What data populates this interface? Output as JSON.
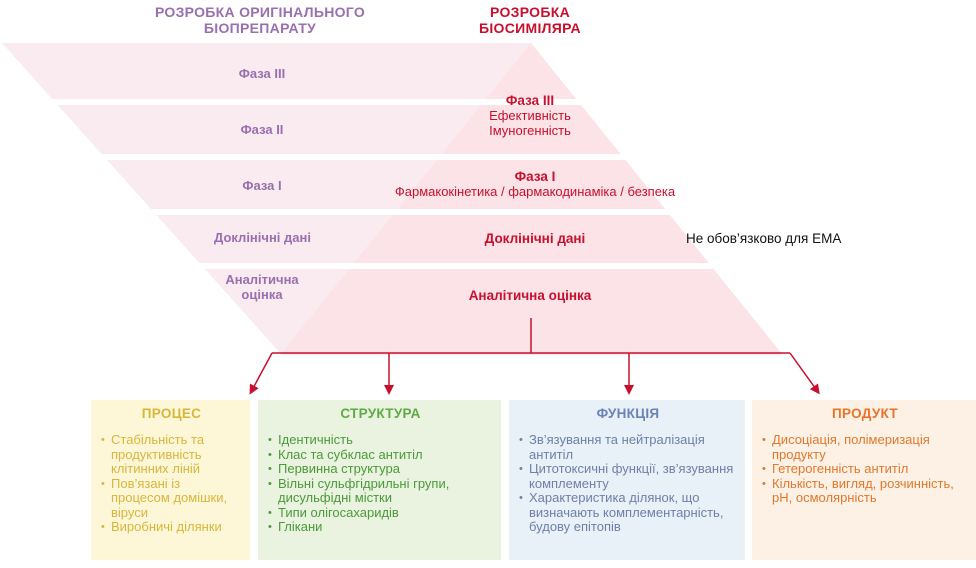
{
  "headers": {
    "original": [
      "РОЗРОБКА ОРИГІНАЛЬНОГО",
      "БІОПРЕПАРАТУ"
    ],
    "biosimilar": [
      "РОЗРОБКА",
      "БІОСИМІЛЯРА"
    ]
  },
  "original_phases": [
    "Фаза III",
    "Фаза II",
    "Фаза I",
    "Доклінічні дані",
    "Аналітична оцінка"
  ],
  "biosimilar_phases": {
    "phase3": {
      "title": "Фаза III",
      "sub": [
        "Ефективність",
        "Імуногенність"
      ]
    },
    "phase1": {
      "title": "Фаза I",
      "sub": "Фармакокінетика / фармакодинаміка / безпека"
    },
    "preclinical": {
      "title": "Доклінічні дані"
    },
    "analytical": {
      "title": "Аналітична оцінка"
    }
  },
  "note": "Не обов’язково для ЕМА",
  "boxes": {
    "process": {
      "title": "ПРОЦЕС",
      "items": [
        "Стабільність та продуктивність клітинних ліній",
        "Пов’язані із процесом домішки, віруси",
        "Виробничі ділянки"
      ]
    },
    "structure": {
      "title": "СТРУКТУРА",
      "items": [
        "Ідентичність",
        "Клас та субклас антитіл",
        "Первинна структура",
        "Вільні сульфгідрильні групи, дисульфідні містки",
        "Типи олігосахаридів",
        "Глікани"
      ]
    },
    "function": {
      "title": "ФУНКЦІЯ",
      "items": [
        "Зв’язування та нейтралізація антитіл",
        "Цитотоксичні функції, зв’язування комплементу",
        "Характеристика ділянок, що визначають комплементарність, будову епітопів"
      ]
    },
    "product": {
      "title": "ПРОДУКТ",
      "items": [
        "Дисоціація, полімеризація продукту",
        "Гетерогенність антитіл",
        "Кількість, вигляд, розчинність, pH, осмолярність"
      ]
    },
    "colors": {
      "process": "#d8b63c",
      "structure": "#5faa47",
      "function": "#6b82b5",
      "product": "#e8742c",
      "arrow": "#c8102e"
    }
  }
}
